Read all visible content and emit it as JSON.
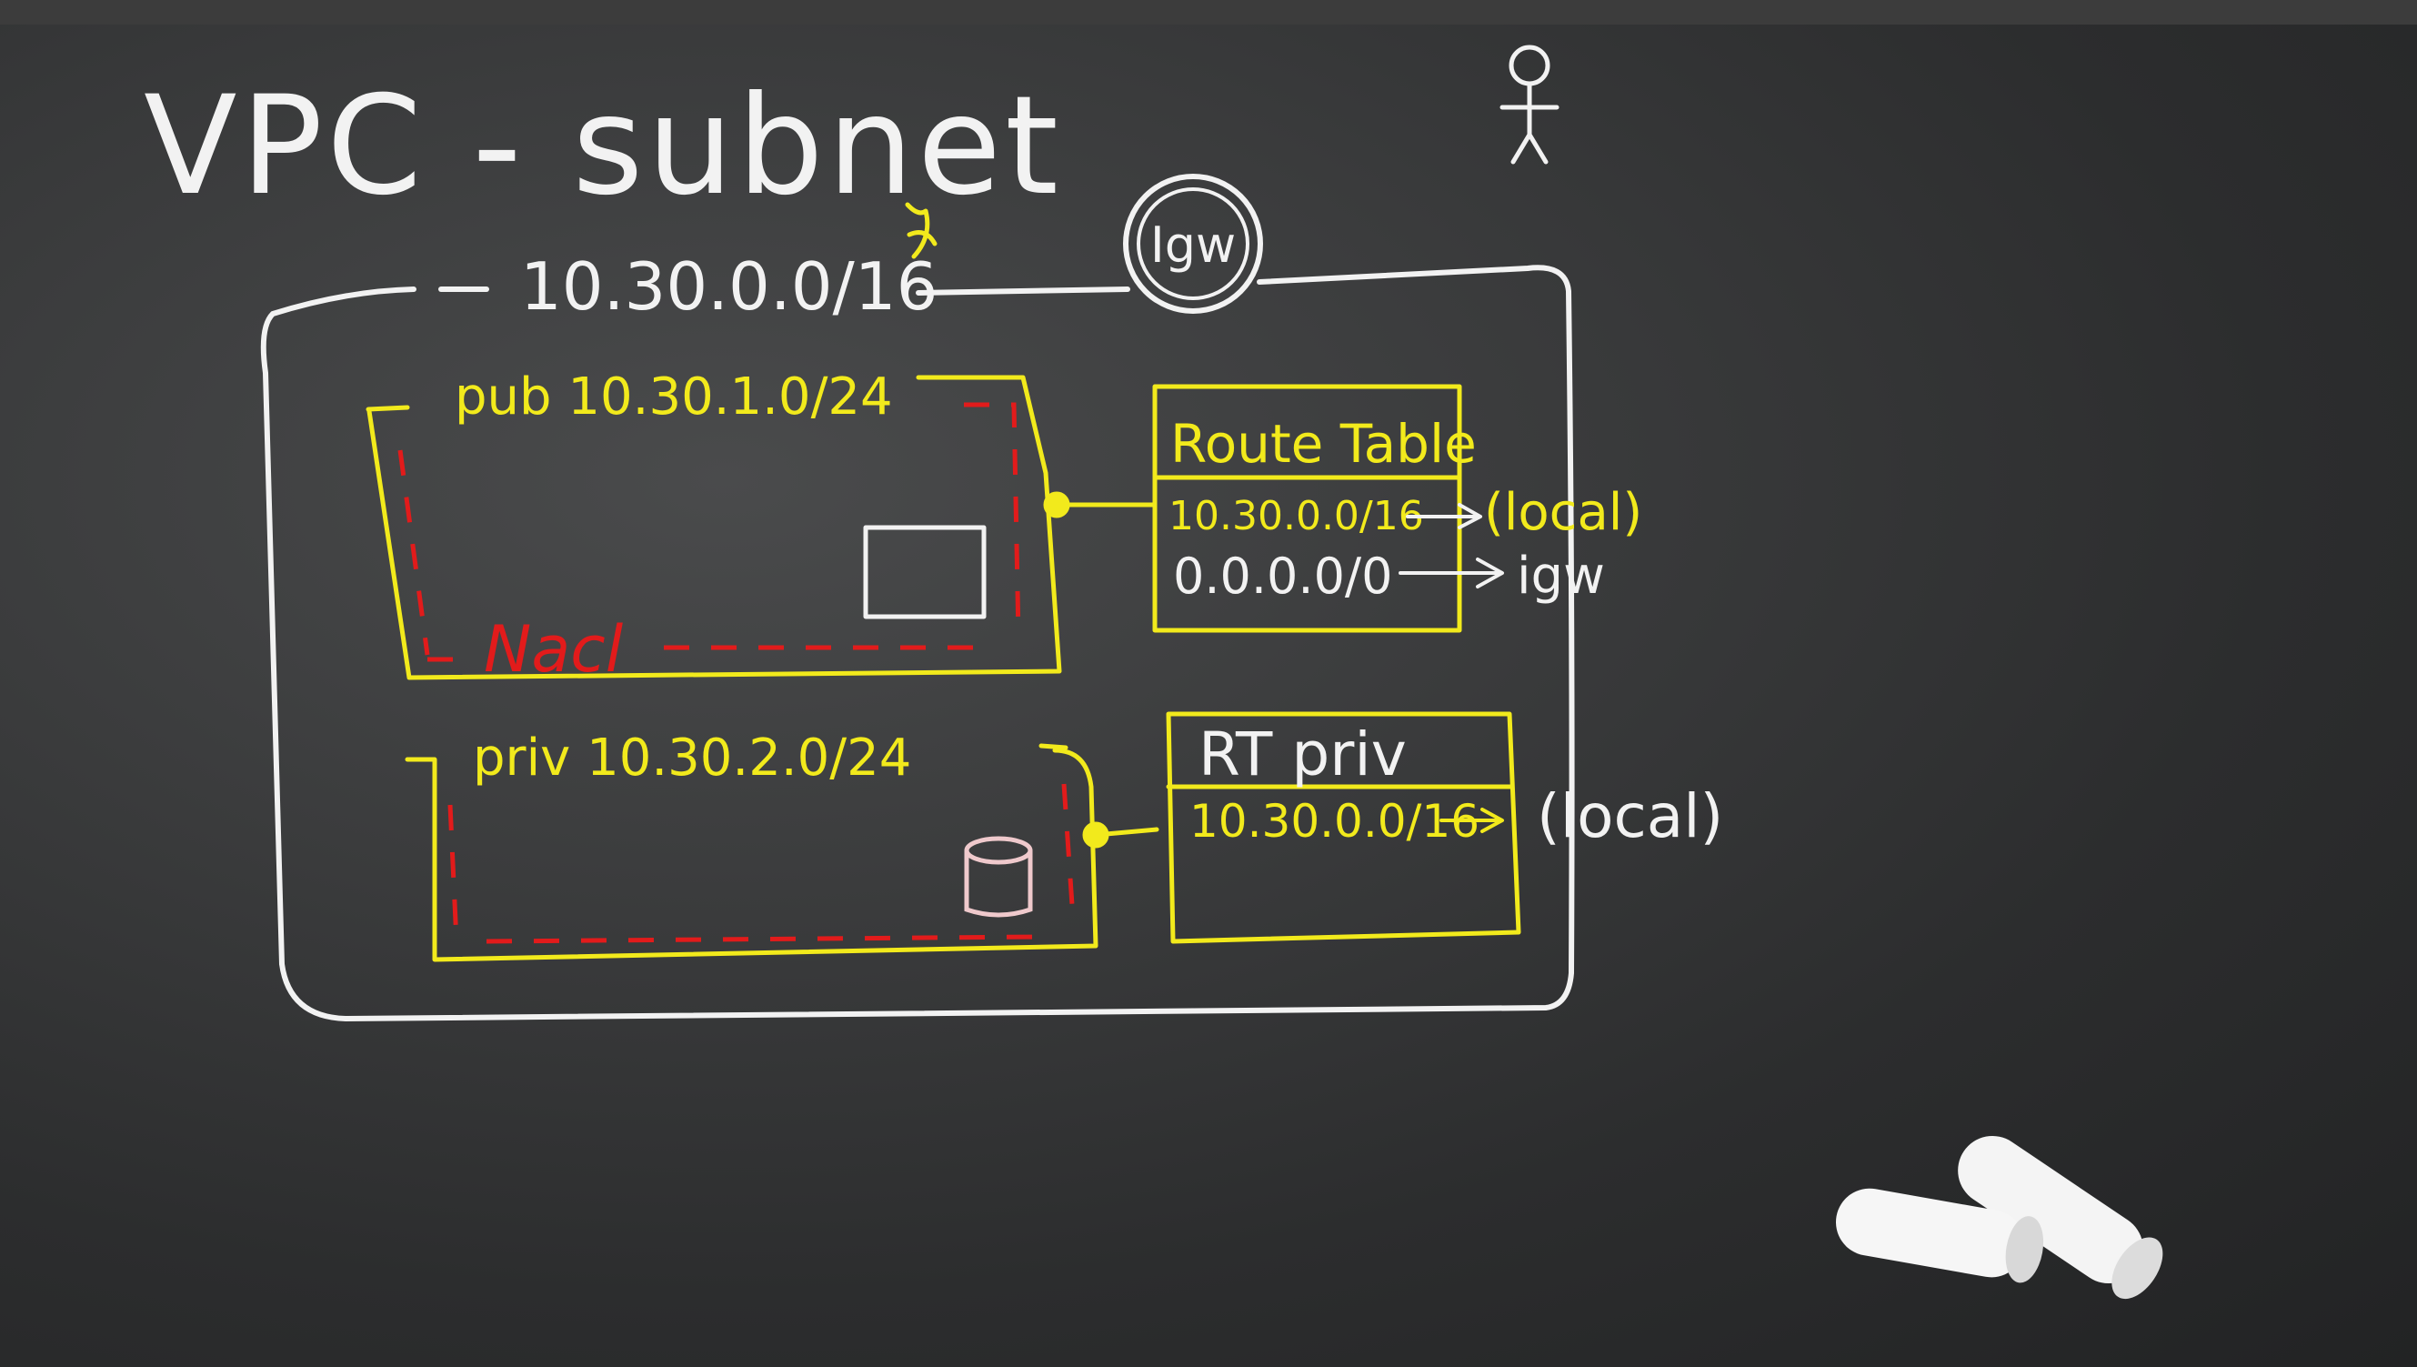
{
  "title": "VPC - subnet",
  "vpc": {
    "cidr": "10.30.0.0/16"
  },
  "igw": {
    "label": "Igw"
  },
  "public_subnet": {
    "label": "pub 10.30.1.0/24",
    "nacl_label": "Nacl"
  },
  "private_subnet": {
    "label": "priv 10.30.2.0/24"
  },
  "route_table_public": {
    "title": "Route Table",
    "routes": [
      {
        "destination": "10.30.0.0/16",
        "target": "(local)"
      },
      {
        "destination": "0.0.0.0/0",
        "target": "igw"
      }
    ]
  },
  "route_table_private": {
    "title": "RT priv",
    "routes": [
      {
        "destination": "10.30.0.0/16",
        "target": "(local)"
      }
    ]
  },
  "colors": {
    "board": "#333435",
    "chalk_white": "#f2f2f2",
    "chalk_yellow": "#f2ea1c",
    "chalk_red": "#e21b1b"
  },
  "icons": [
    "user-stick-figure-icon",
    "instance-icon",
    "database-icon",
    "chalk-pieces-icon"
  ]
}
